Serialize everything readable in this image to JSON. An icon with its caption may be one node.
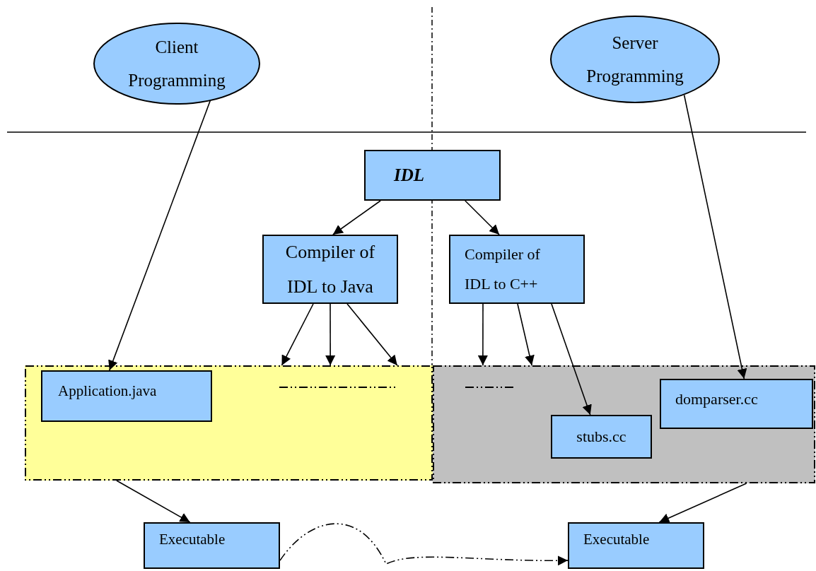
{
  "diagram": {
    "nodes": [
      {
        "text": [
          "Client Programming"
        ]
      },
      {
        "text": [
          "Server Programming"
        ]
      },
      {
        "text": [
          "IDL"
        ]
      },
      {
        "text": [
          "Compiler of IDL to Java"
        ]
      },
      {
        "text": [
          "Compiler of IDL to C++"
        ]
      },
      {
        "text": [],
        "shape": "box"
      },
      {
        "text": [
          "Application.java"
        ],
        "in": 5
      },
      {
        "text": [],
        "shape": "box"
      },
      {
        "text": [
          "stubs.cc"
        ],
        "in": 7
      },
      {
        "text": [
          "domparser.cc"
        ],
        "in": 7
      },
      {
        "text": [
          "Executable"
        ]
      },
      {
        "text": [
          "Executable"
        ]
      }
    ],
    "edges": [
      {
        "from": 0,
        "to": 6,
        "arrow": "to"
      },
      {
        "from": 1,
        "to": 9,
        "arrow": "to"
      },
      {
        "from": 2,
        "to": 3,
        "arrow": "to"
      },
      {
        "from": 2,
        "to": 4,
        "arrow": "to"
      },
      {
        "from": 3,
        "to": 5,
        "arrow": "to"
      },
      {
        "from": 3,
        "to": 5,
        "arrow": "to"
      },
      {
        "from": 3,
        "to": 5,
        "arrow": "to"
      },
      {
        "from": 4,
        "to": 7,
        "arrow": "to"
      },
      {
        "from": 4,
        "to": 7,
        "arrow": "to"
      },
      {
        "from": 4,
        "to": 8,
        "arrow": "to"
      },
      {
        "from": 5,
        "to": 10,
        "arrow": "to"
      },
      {
        "from": 7,
        "to": 11,
        "arrow": "to"
      },
      {
        "from": 10,
        "to": 11,
        "arrow": "to",
        "style": "dashed"
      }
    ]
  }
}
